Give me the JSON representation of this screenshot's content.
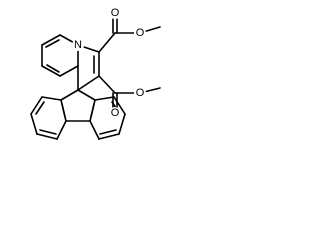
{
  "molecule": {
    "atom_color": "#000000",
    "heteroatom_color": "#000000",
    "background": "#ffffff",
    "labels": {
      "nitrogen": "N",
      "carbonyl_o_top": "O",
      "ester_o_top": "O",
      "carbonyl_o_bottom": "O",
      "ester_o_bottom": "O"
    }
  }
}
